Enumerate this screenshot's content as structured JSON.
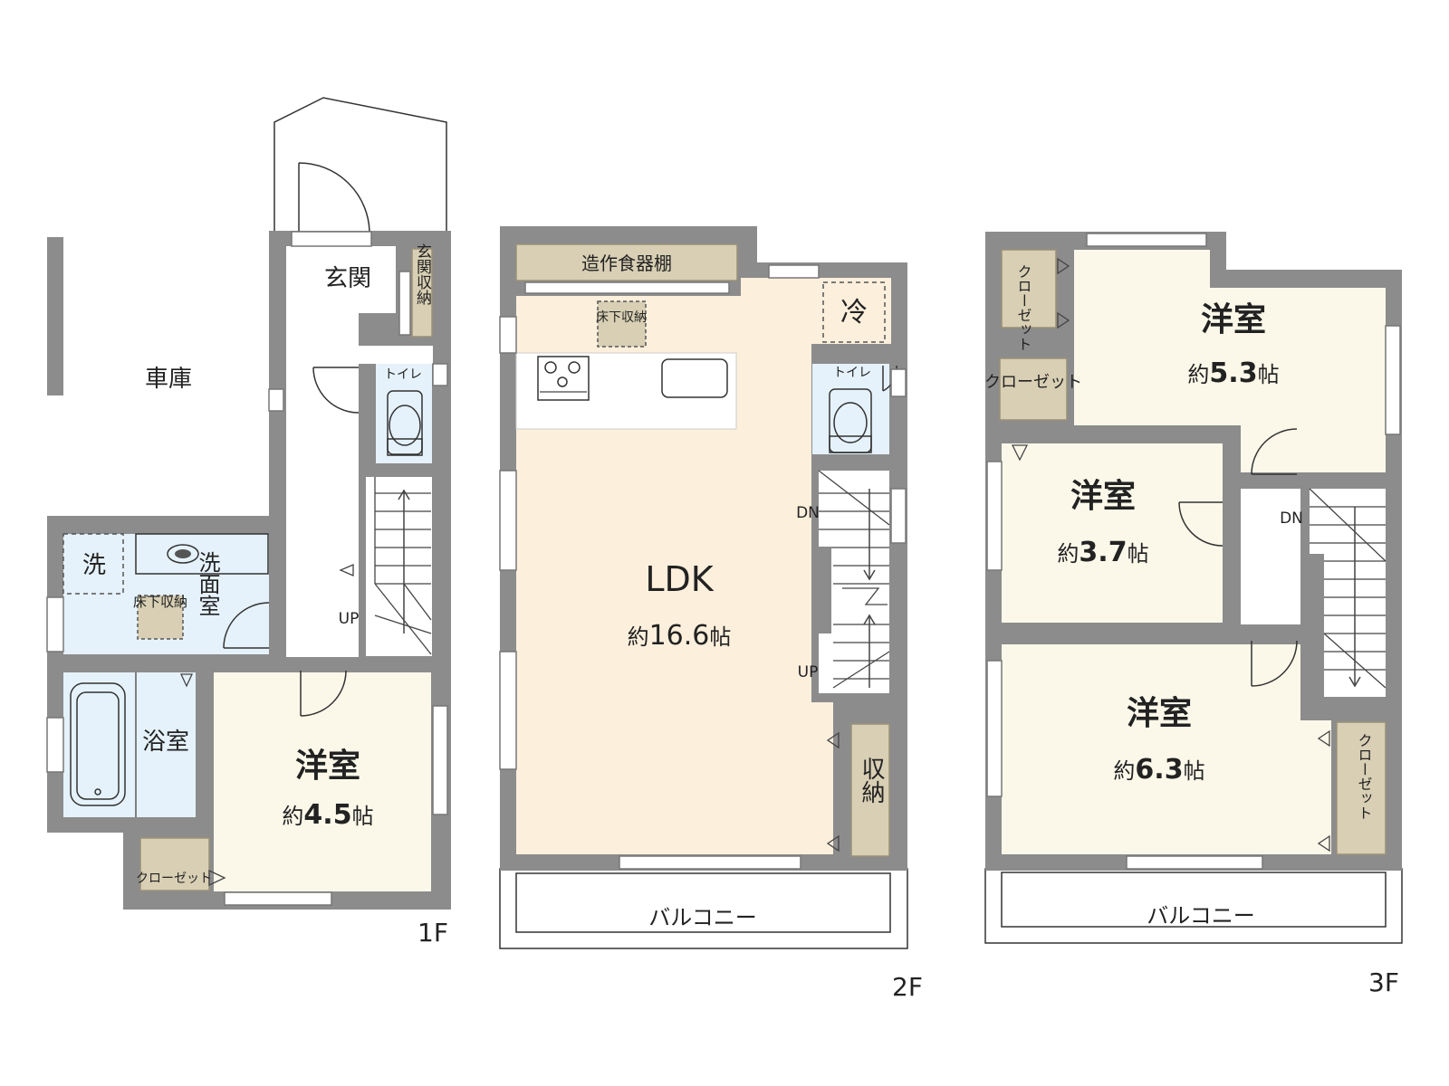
{
  "floors": {
    "f1": {
      "label": "1F",
      "garage": "車庫",
      "entrance": "玄関",
      "entrance_storage": "玄関収納",
      "toilet": "トイレ",
      "washer": "洗",
      "underfloor_storage": "床下収納",
      "washroom": "洗面室",
      "bath": "浴室",
      "stairs_up": "UP",
      "room": {
        "name": "洋室",
        "area_prefix": "約",
        "area_value": "4.5",
        "area_unit": "帖"
      },
      "closet": "クローゼット"
    },
    "f2": {
      "label": "2F",
      "cupboard": "造作食器棚",
      "underfloor_storage": "床下収納",
      "fridge": "冷",
      "toilet": "トイレ",
      "room": {
        "name": "LDK",
        "area_prefix": "約",
        "area_value": "16.6",
        "area_unit": "帖"
      },
      "stairs_down": "DN",
      "stairs_up": "UP",
      "storage": "収納",
      "balcony": "バルコニー"
    },
    "f3": {
      "label": "3F",
      "closet_a": "クローゼット",
      "closet_b": "クローゼット",
      "closet_c": "クローゼット",
      "room_a": {
        "name": "洋室",
        "area_prefix": "約",
        "area_value": "5.3",
        "area_unit": "帖"
      },
      "room_b": {
        "name": "洋室",
        "area_prefix": "約",
        "area_value": "3.7",
        "area_unit": "帖"
      },
      "room_c": {
        "name": "洋室",
        "area_prefix": "約",
        "area_value": "6.3",
        "area_unit": "帖"
      },
      "stairs_down": "DN",
      "balcony": "バルコニー"
    }
  },
  "colors": {
    "wall": "#8c8c8c",
    "room": "#fbf8e9",
    "ldk": "#fcefdc",
    "wet_area": "#e5f2fb",
    "storage": "#d8cfb4"
  }
}
